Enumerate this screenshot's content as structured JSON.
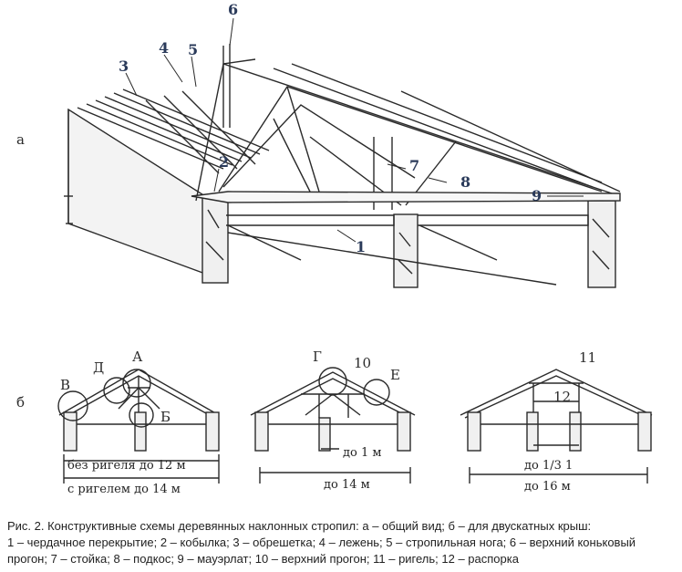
{
  "part_a_label": "а",
  "part_b_label": "б",
  "numbers": [
    "1",
    "2",
    "3",
    "4",
    "5",
    "6",
    "7",
    "8",
    "9"
  ],
  "part_b_numbers": [
    "10",
    "11",
    "12"
  ],
  "circle_labels": [
    "В",
    "Д",
    "А",
    "Б",
    "Г",
    "Е"
  ],
  "dims": {
    "d1a": "без ригеля до 12 м",
    "d1b": "с ригелем до 14 м",
    "d2a": "до 1 м",
    "d2b": "до 14 м",
    "d3a": "до 1/3 1",
    "d3b": "до 16 м"
  },
  "caption": {
    "line1": "Рис. 2. Конструктивные схемы деревянных наклонных стропил: а – общий вид; б – для двускатных крыш:",
    "line2": "1 – чердачное перекрытие; 2 – кобылка; 3 – обрешетка; 4 – лежень; 5 – стропильная нога; 6 – верхний коньковый",
    "line3": "прогон; 7 – стойка; 8 – подкос; 9 – мауэрлат; 10 – верхний прогон; 11 – ригель; 12 – распорка"
  }
}
